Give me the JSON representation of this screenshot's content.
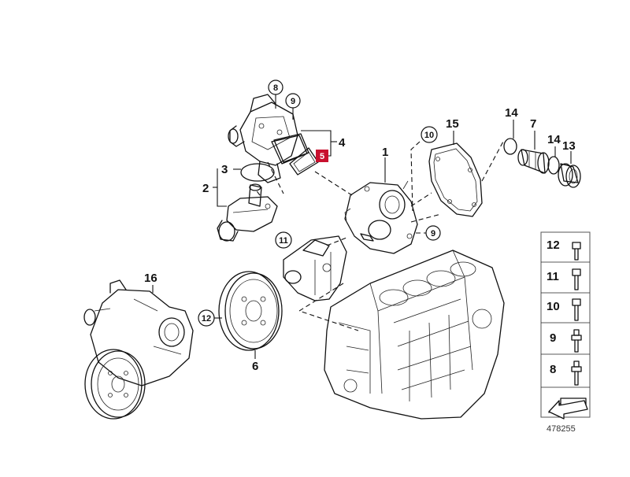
{
  "labels": {
    "n1": "1",
    "n2": "2",
    "n3": "3",
    "n4": "4",
    "n5": "5",
    "n6": "6",
    "n7": "7",
    "n8": "8",
    "n9": "9",
    "n10": "10",
    "n11": "11",
    "n12": "12",
    "n13": "13",
    "n14": "14",
    "n15": "15",
    "n16": "16"
  },
  "legend": {
    "items": [
      {
        "label": "12"
      },
      {
        "label": "11"
      },
      {
        "label": "10"
      },
      {
        "label": "9"
      },
      {
        "label": "8"
      }
    ]
  },
  "reference_number": "478255",
  "highlight_color": "#c8102e"
}
